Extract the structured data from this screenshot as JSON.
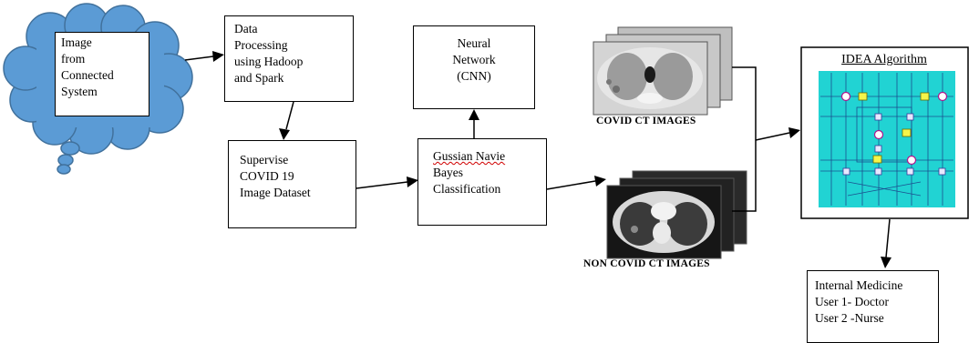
{
  "source": {
    "lines": [
      "Image",
      "from",
      "Connected",
      "System"
    ]
  },
  "processing": {
    "lines": [
      "Data",
      "Processing",
      "using Hadoop",
      "and Spark"
    ]
  },
  "dataset": {
    "lines": [
      "Supervise",
      "COVID 19",
      "Image Dataset"
    ]
  },
  "cnn": {
    "lines": [
      "Neural",
      "Network",
      "(CNN)"
    ]
  },
  "classifier": {
    "lines": [
      "Gussian Navie",
      "Bayes",
      "Classification"
    ]
  },
  "covid_images": {
    "caption": "COVID CT IMAGES"
  },
  "noncovid_images": {
    "caption": "NON COVID CT IMAGES"
  },
  "algorithm": {
    "title": "IDEA  Algorithm",
    "background_color": "#21d3d3"
  },
  "output": {
    "lines": [
      "Internal Medicine",
      "User 1- Doctor",
      "User 2 -Nurse"
    ]
  },
  "colors": {
    "cloud_fill": "#5b9bd5",
    "cloud_stroke": "#41719c",
    "box_border": "#000000"
  }
}
